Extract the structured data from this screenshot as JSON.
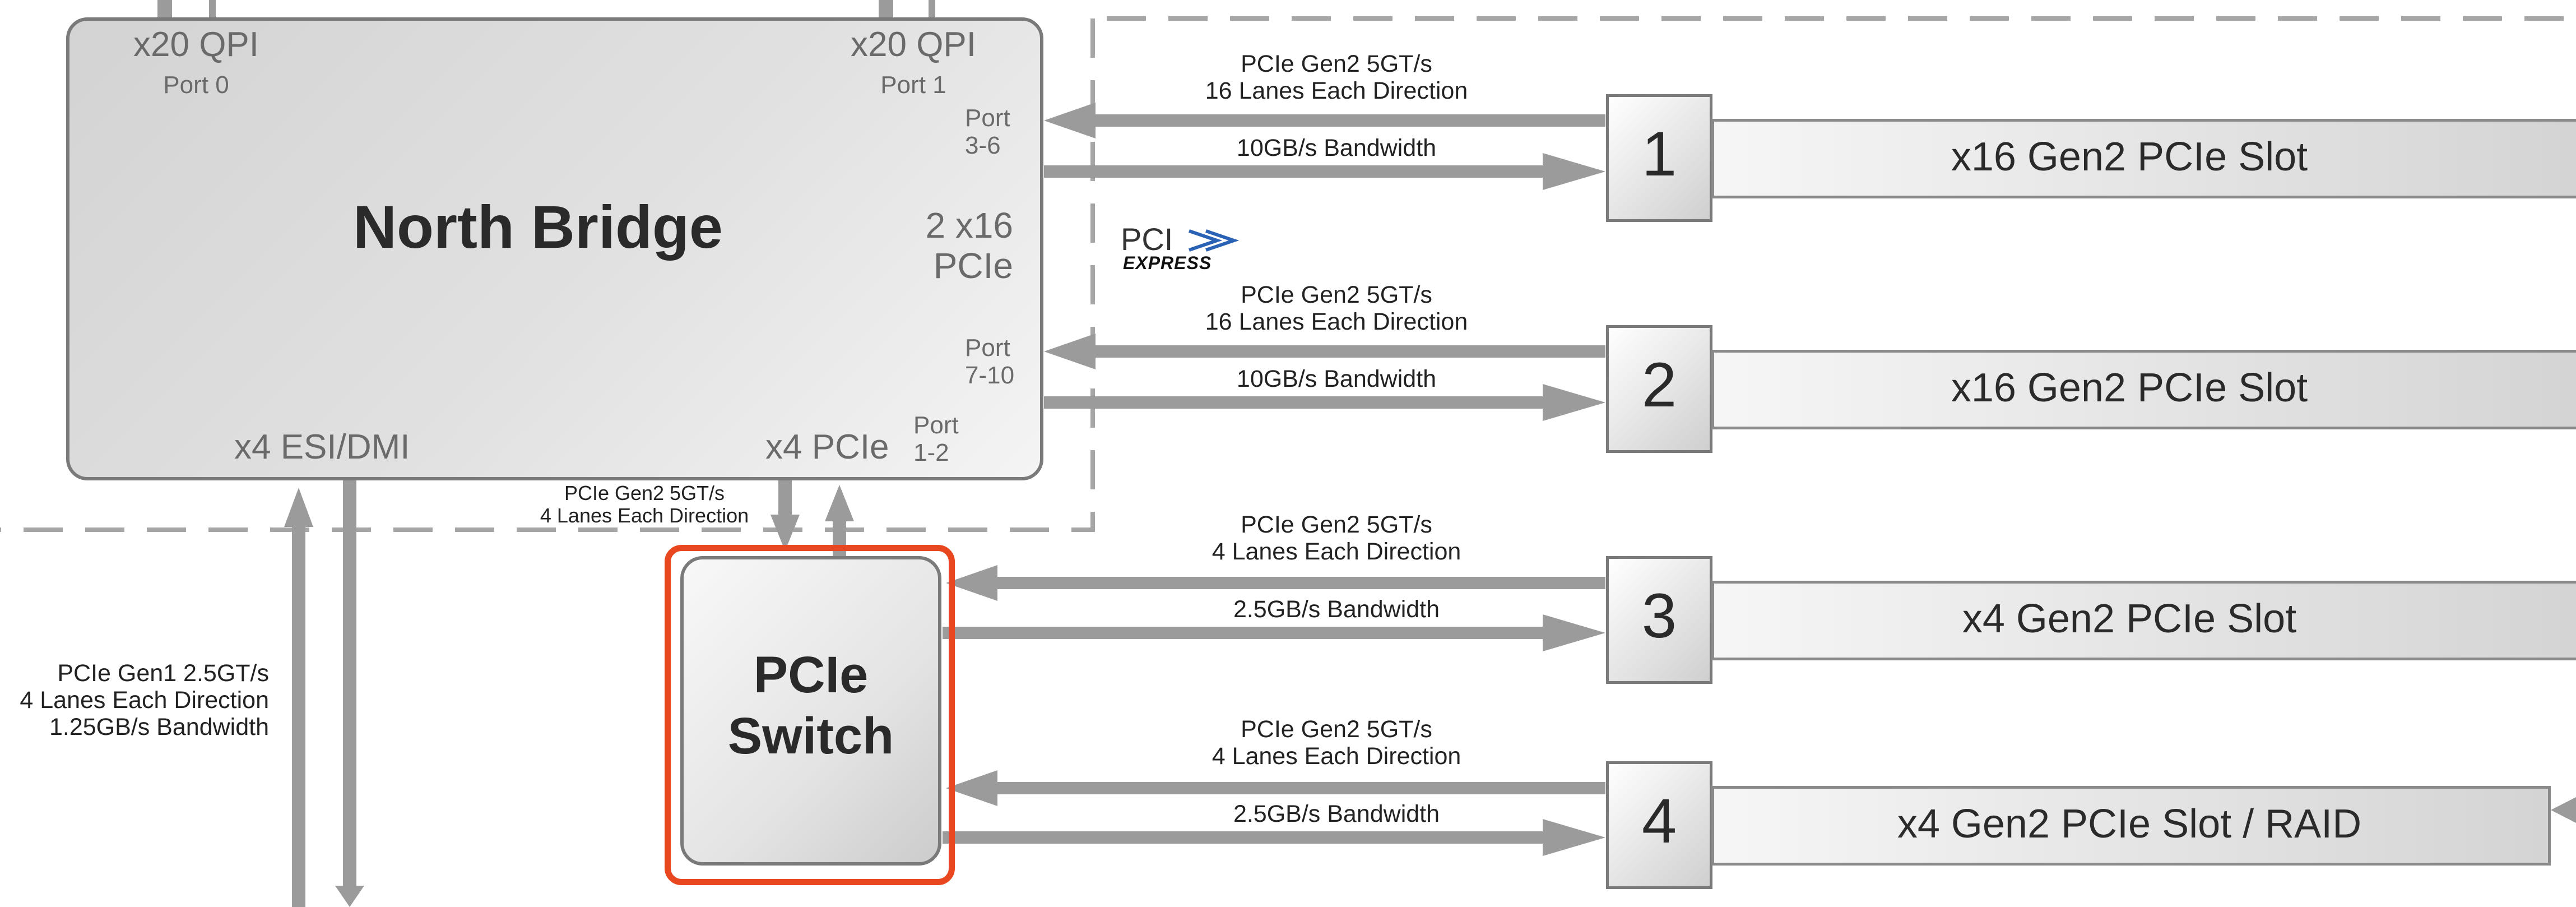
{
  "colors": {
    "arrow": "#9b9b9b",
    "box_border": "#7a7a7a",
    "box_fill_light": "#f7f7f7",
    "box_fill_dark": "#d2d2d2",
    "highlight": "#e8471f",
    "dash": "#a6a6a6",
    "text": "#3d3d3d"
  },
  "north_bridge": {
    "title": "North Bridge",
    "qpi0": "x20 QPI",
    "qpi0_port": "Port 0",
    "qpi1": "x20 QPI",
    "qpi1_port": "Port 1",
    "port_a": "Port\n3-6",
    "port_b": "Port\n7-10",
    "pcie_2x16": "2 x16\nPCIe",
    "esi": "x4 ESI/DMI",
    "x4pcie": "x4 PCIe",
    "port_c": "Port\n1-2"
  },
  "pci_express_logo": {
    "top": "PCI",
    "bottom": "EXPRESS"
  },
  "switch": {
    "title": "PCIe\nSwitch"
  },
  "links": {
    "nb_to_switch": "PCIe Gen2 5GT/s\n4 Lanes Each Direction",
    "esi_link": "PCIe Gen1 2.5GT/s\n4 Lanes Each Direction\n1.25GB/s Bandwidth"
  },
  "slots": [
    {
      "number": "1",
      "label": "x16 Gen2 PCIe Slot",
      "link_top": "PCIe Gen2 5GT/s\n16 Lanes Each Direction",
      "bandwidth": "10GB/s Bandwidth"
    },
    {
      "number": "2",
      "label": "x16 Gen2 PCIe Slot",
      "link_top": "PCIe Gen2 5GT/s\n16 Lanes Each Direction",
      "bandwidth": "10GB/s Bandwidth"
    },
    {
      "number": "3",
      "label": "x4 Gen2 PCIe Slot",
      "link_top": "PCIe Gen2 5GT/s\n4 Lanes Each Direction",
      "bandwidth": "2.5GB/s Bandwidth"
    },
    {
      "number": "4",
      "label": "x4 Gen2 PCIe Slot / RAID",
      "link_top": "PCIe Gen2 5GT/s\n4 Lanes Each Direction",
      "bandwidth": "2.5GB/s Bandwidth"
    }
  ]
}
